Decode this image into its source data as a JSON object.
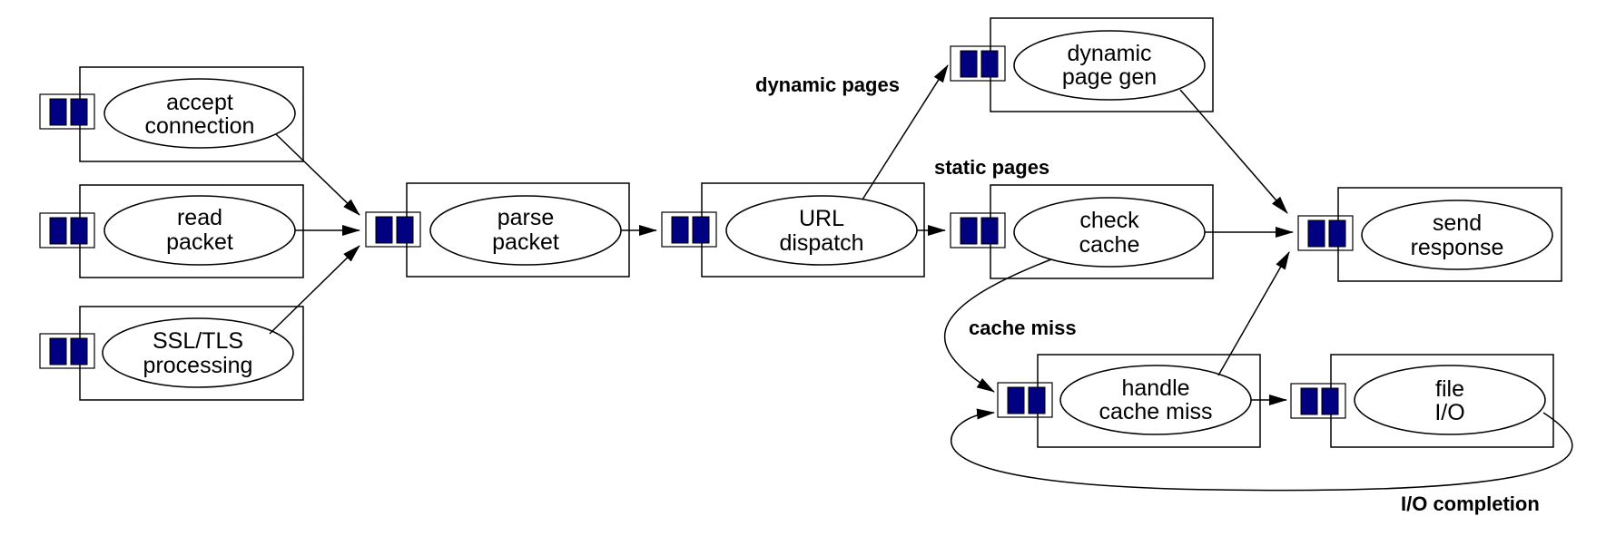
{
  "nodes": {
    "accept": {
      "line1": "accept",
      "line2": "connection"
    },
    "read": {
      "line1": "read",
      "line2": "packet"
    },
    "ssl": {
      "line1": "SSL/TLS",
      "line2": "processing"
    },
    "parse": {
      "line1": "parse",
      "line2": "packet"
    },
    "url": {
      "line1": "URL",
      "line2": "dispatch"
    },
    "dynamic": {
      "line1": "dynamic",
      "line2": "page gen"
    },
    "check": {
      "line1": "check",
      "line2": "cache"
    },
    "send": {
      "line1": "send",
      "line2": "response"
    },
    "miss": {
      "line1": "handle",
      "line2": "cache miss"
    },
    "file": {
      "line1": "file",
      "line2": "I/O"
    }
  },
  "edge_labels": {
    "dynamic_pages": "dynamic pages",
    "static_pages": "static pages",
    "cache_miss": "cache miss",
    "io_completion": "I/O completion"
  },
  "colors": {
    "queue_bar": "#000080",
    "line": "#000000",
    "background": "#ffffff"
  }
}
